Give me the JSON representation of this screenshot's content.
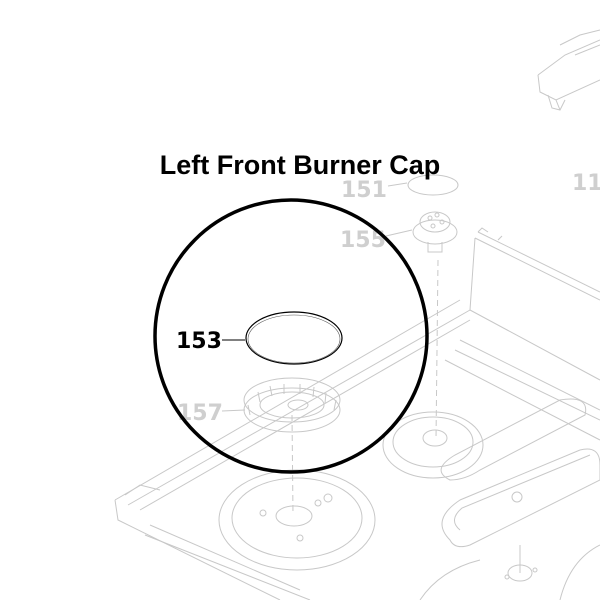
{
  "title": "Left Front Burner Cap",
  "highlight": {
    "part_number": "153",
    "part_name": "Left Front Burner Cap",
    "circle_color": "#000000"
  },
  "callouts": [
    {
      "number": "151",
      "faded": true
    },
    {
      "number": "155",
      "faded": true
    },
    {
      "number": "153",
      "faded": false
    },
    {
      "number": "157",
      "faded": true
    },
    {
      "number": "11",
      "faded": true
    }
  ],
  "colors": {
    "line_art": "#c8c8c8",
    "faded_label": "#cfcfcf",
    "highlight": "#000000",
    "background": "#ffffff"
  }
}
